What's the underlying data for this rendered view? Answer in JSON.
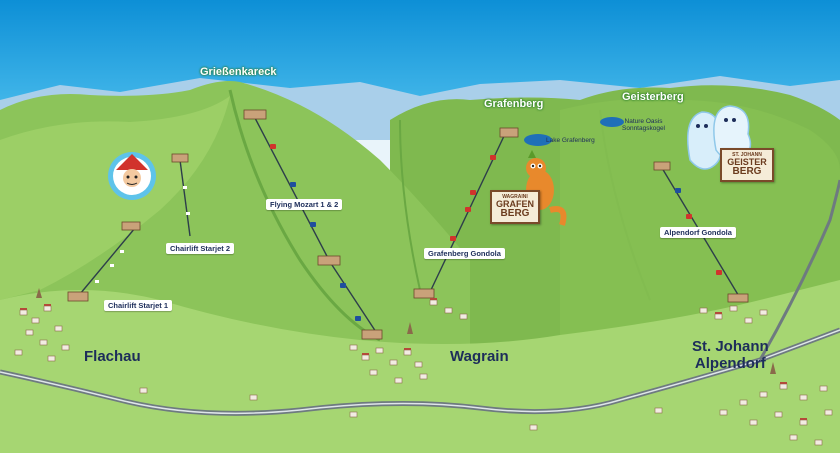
{
  "peaks": {
    "griessenkareck": "Grießenkareck",
    "grafenberg": "Grafenberg",
    "geisterberg": "Geisterberg"
  },
  "towns": {
    "flachau": "Flachau",
    "wagrain": "Wagrain",
    "st_johann_line1": "St. Johann",
    "st_johann_line2": "Alpendorf"
  },
  "lifts": {
    "chairlift_starjet_1": "Chairlift Starjet 1",
    "chairlift_starjet_2": "Chairlift Starjet 2",
    "flying_mozart": "Flying Mozart 1 & 2",
    "grafenberg_gondola": "Grafenberg Gondola",
    "alpendorf_gondola": "Alpendorf Gondola"
  },
  "lakes": {
    "lake_grafenberg": "Lake Grafenberg",
    "nature_oasis_line1": "Nature Oasis",
    "nature_oasis_line2": "Sonntagskogel"
  },
  "badges": {
    "grafenberg_line1": "WAGRAINI",
    "grafenberg_line2": "GRAFEN",
    "grafenberg_line3": "BERG",
    "geisterberg_line1": "ST. JOHANN",
    "geisterberg_line2": "GEISTER",
    "geisterberg_line3": "BERG"
  },
  "colors": {
    "sky": "#1aa0dd",
    "distant_mountains": "#9ec7e6",
    "meadow": "#8ac256",
    "meadow_dark": "#5f9e3a",
    "road": "#6e7a80",
    "lake": "#1f6fb8",
    "label_text": "#1d2d5a"
  },
  "icons": [
    "flachau-mascot-icon",
    "grafenberg-mascot-icon",
    "geisterberg-ghosts-icon"
  ]
}
